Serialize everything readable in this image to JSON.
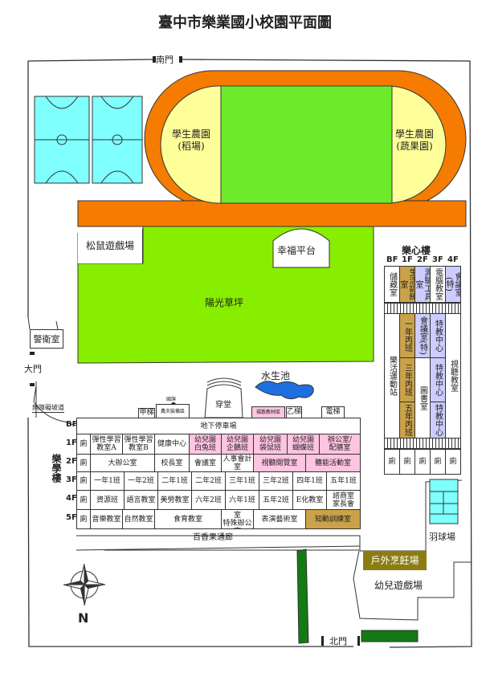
{
  "title": "臺中市樂業國小校園平面圖",
  "gates": {
    "south": "南門",
    "main": "大門",
    "north": "北門"
  },
  "places": {
    "farm_rice": "學生農園\n(稻場)",
    "farm_veg": "學生農園\n(蔬果園)",
    "squirrel_playground": "松鼠遊戲場",
    "happiness_platform": "幸福平台",
    "sunshine_lawn": "陽光草坪",
    "guard_room": "警衛室",
    "ramp": "無障礙坡道",
    "pond": "水生池",
    "flag": "國旗",
    "hall": "穿堂",
    "stair_a": "甲梯",
    "farmer_gear": "農夫裝備區",
    "material_area": "福散教材區",
    "stair_b": "乙梯",
    "elevator": "電梯",
    "corridor": "百香果通廊",
    "badminton": "羽球場",
    "outdoor_cooking": "戶外烹飪場",
    "kids_playground": "幼兒遊戲場",
    "compass_n": "N"
  },
  "main_building": {
    "name": "樂學樓",
    "floors": [
      {
        "floor": "BF",
        "rooms": [
          "地下停車場"
        ]
      },
      {
        "floor": "1F",
        "rooms": [
          "廁",
          "彈性學習\n教室A",
          "彈性學習\n教室B",
          "健康中心",
          "幼兒園\n白兔班",
          "幼兒園\n企鵝班",
          "幼兒園\n袋鼠班",
          "幼兒園\n蝴蝶班",
          "辦公室/\n配膳室"
        ]
      },
      {
        "floor": "2F",
        "rooms": [
          "廁",
          "大辦公室",
          "校長室",
          "會議室",
          "人事會計室",
          "視聽閱覽室",
          "體能活動室"
        ]
      },
      {
        "floor": "3F",
        "rooms": [
          "廁",
          "一年1班",
          "一年2班",
          "二年1班",
          "二年2班",
          "三年1班",
          "三年2班",
          "四年1班",
          "五年1班"
        ]
      },
      {
        "floor": "4F",
        "rooms": [
          "廁",
          "資源班",
          "語言教室",
          "美勞教室",
          "六年2班",
          "六年1班",
          "五年2班",
          "E化教室",
          "諮商室\n家長會"
        ]
      },
      {
        "floor": "5F",
        "rooms": [
          "廁",
          "音樂教室",
          "自然教室",
          "食育教室",
          "校史資料室\n特殊辦公室",
          "表演藝術室",
          "知動訓練室"
        ]
      }
    ]
  },
  "heart_building": {
    "name": "樂心樓",
    "floors": [
      "BF",
      "1F",
      "2F",
      "3F",
      "4F"
    ],
    "top_rooms": [
      "儲藏室",
      "生活訓練室",
      "測驗工具室",
      "電腦教室",
      "會議室(特)"
    ],
    "lower_rooms": [
      "樂活運動站",
      "一年丙班",
      "三年丙班",
      "五年丙班",
      "會議室(特)",
      "圖書室",
      "特教中心",
      "特教中心",
      "特教中心",
      "視聽教室"
    ],
    "toilets": [
      "廁",
      "廁",
      "廁",
      "廁",
      "廁"
    ]
  },
  "colors": {
    "track": "#F57C00",
    "farm": "#FFFF99",
    "field": "#6DEB2A",
    "lawn": "#88EE00",
    "court": "#80FFFF",
    "pink": "#FFC4E1",
    "lavender": "#CCCCFF",
    "gold": "#C9A24A",
    "olive": "#8A7E12",
    "dark_green": "#147A14",
    "pond": "#1E6FE0"
  }
}
